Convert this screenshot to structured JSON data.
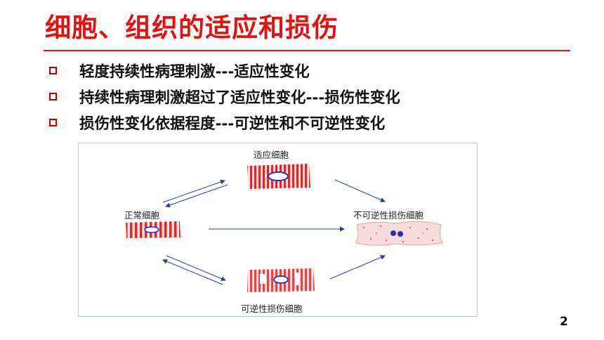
{
  "slide": {
    "title": "细胞、组织的适应和损伤",
    "page_number": "2",
    "accent_color": "#e3110f"
  },
  "bullets": [
    {
      "text": "轻度持续性病理刺激---适应性变化"
    },
    {
      "text": "持续性病理刺激超过了适应性变化---损伤性变化"
    },
    {
      "text": "损伤性变化依据程度---可逆性和不可逆性变化"
    }
  ],
  "figure": {
    "labels": {
      "adapted": "适应细胞",
      "normal": "正常细胞",
      "irreversible": "不可逆性损伤细胞",
      "reversible": "可逆性损伤细胞"
    },
    "arrow_color": "#2a3f8f",
    "cell_stripe_color": "#e0282a",
    "nucleus_color": "#2330b8"
  }
}
